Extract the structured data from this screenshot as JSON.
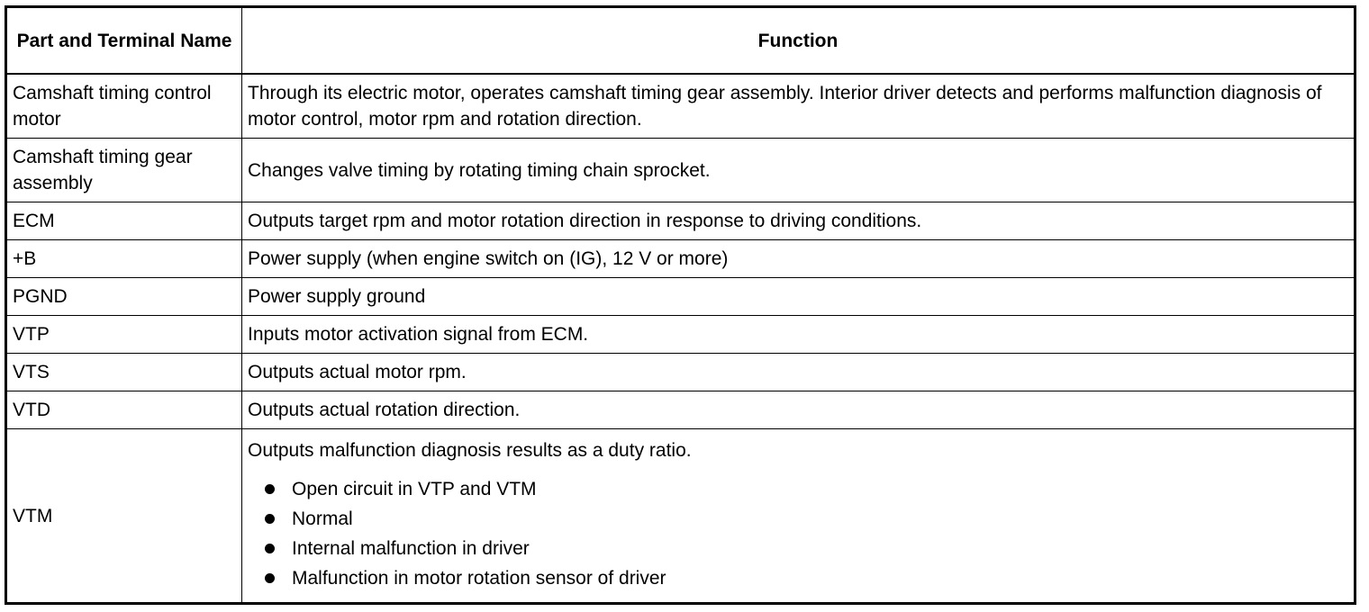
{
  "table": {
    "header": {
      "col1": "Part and Terminal Name",
      "col2": "Function"
    },
    "rows": [
      {
        "name": "Camshaft timing control motor",
        "function": "Through its electric motor, operates camshaft timing gear assembly. Interior driver detects and performs malfunction diagnosis of motor control, motor rpm and rotation direction."
      },
      {
        "name": "Camshaft timing gear assembly",
        "function": "Changes valve timing by rotating timing chain sprocket."
      },
      {
        "name": "ECM",
        "function": "Outputs target rpm and motor rotation direction in response to driving conditions."
      },
      {
        "name": "+B",
        "function": "Power supply (when engine switch on (IG), 12 V or more)"
      },
      {
        "name": "PGND",
        "function": "Power supply ground"
      },
      {
        "name": "VTP",
        "function": "Inputs motor activation signal from ECM."
      },
      {
        "name": "VTS",
        "function": "Outputs actual motor rpm."
      },
      {
        "name": "VTD",
        "function": "Outputs actual rotation direction."
      },
      {
        "name": "VTM",
        "function": "Outputs malfunction diagnosis results as a duty ratio.",
        "bullets": [
          "Open circuit in VTP and VTM",
          "Normal",
          "Internal malfunction in driver",
          "Malfunction in motor rotation sensor of driver"
        ]
      }
    ]
  }
}
